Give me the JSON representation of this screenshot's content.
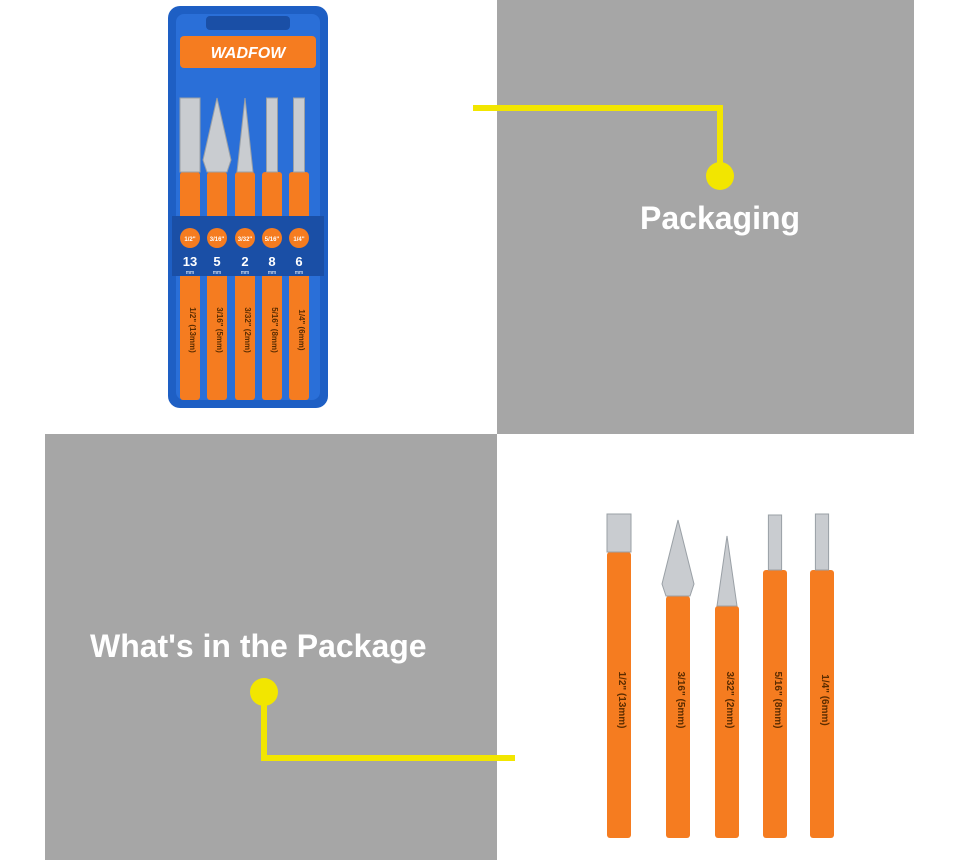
{
  "colors": {
    "panel_gray": "#a6a6a6",
    "accent_yellow": "#f2e600",
    "tool_orange": "#f57c20",
    "case_blue": "#1e5fc4",
    "steel": "#c9ccd0"
  },
  "sections": {
    "packaging": {
      "label": "Packaging"
    },
    "contents": {
      "label": "What's in the Package"
    }
  },
  "case": {
    "brand": "WADFOW",
    "sizes": [
      {
        "fraction": "1/2\"",
        "number": "13",
        "unit": "mm"
      },
      {
        "fraction": "3/16\"",
        "number": "5",
        "unit": "mm"
      },
      {
        "fraction": "3/32\"",
        "number": "2",
        "unit": "mm"
      },
      {
        "fraction": "5/16\"",
        "number": "8",
        "unit": "mm"
      },
      {
        "fraction": "1/4\"",
        "number": "6",
        "unit": "mm"
      }
    ]
  },
  "tools": [
    {
      "marking": "1/2\" (13mm)",
      "icon": "flat-chisel-icon"
    },
    {
      "marking": "3/16\" (5mm)",
      "icon": "cape-chisel-icon"
    },
    {
      "marking": "3/32\" (2mm)",
      "icon": "center-punch-icon"
    },
    {
      "marking": "5/16\" (8mm)",
      "icon": "pin-punch-icon"
    },
    {
      "marking": "1/4\" (6mm)",
      "icon": "pin-punch-icon"
    }
  ]
}
